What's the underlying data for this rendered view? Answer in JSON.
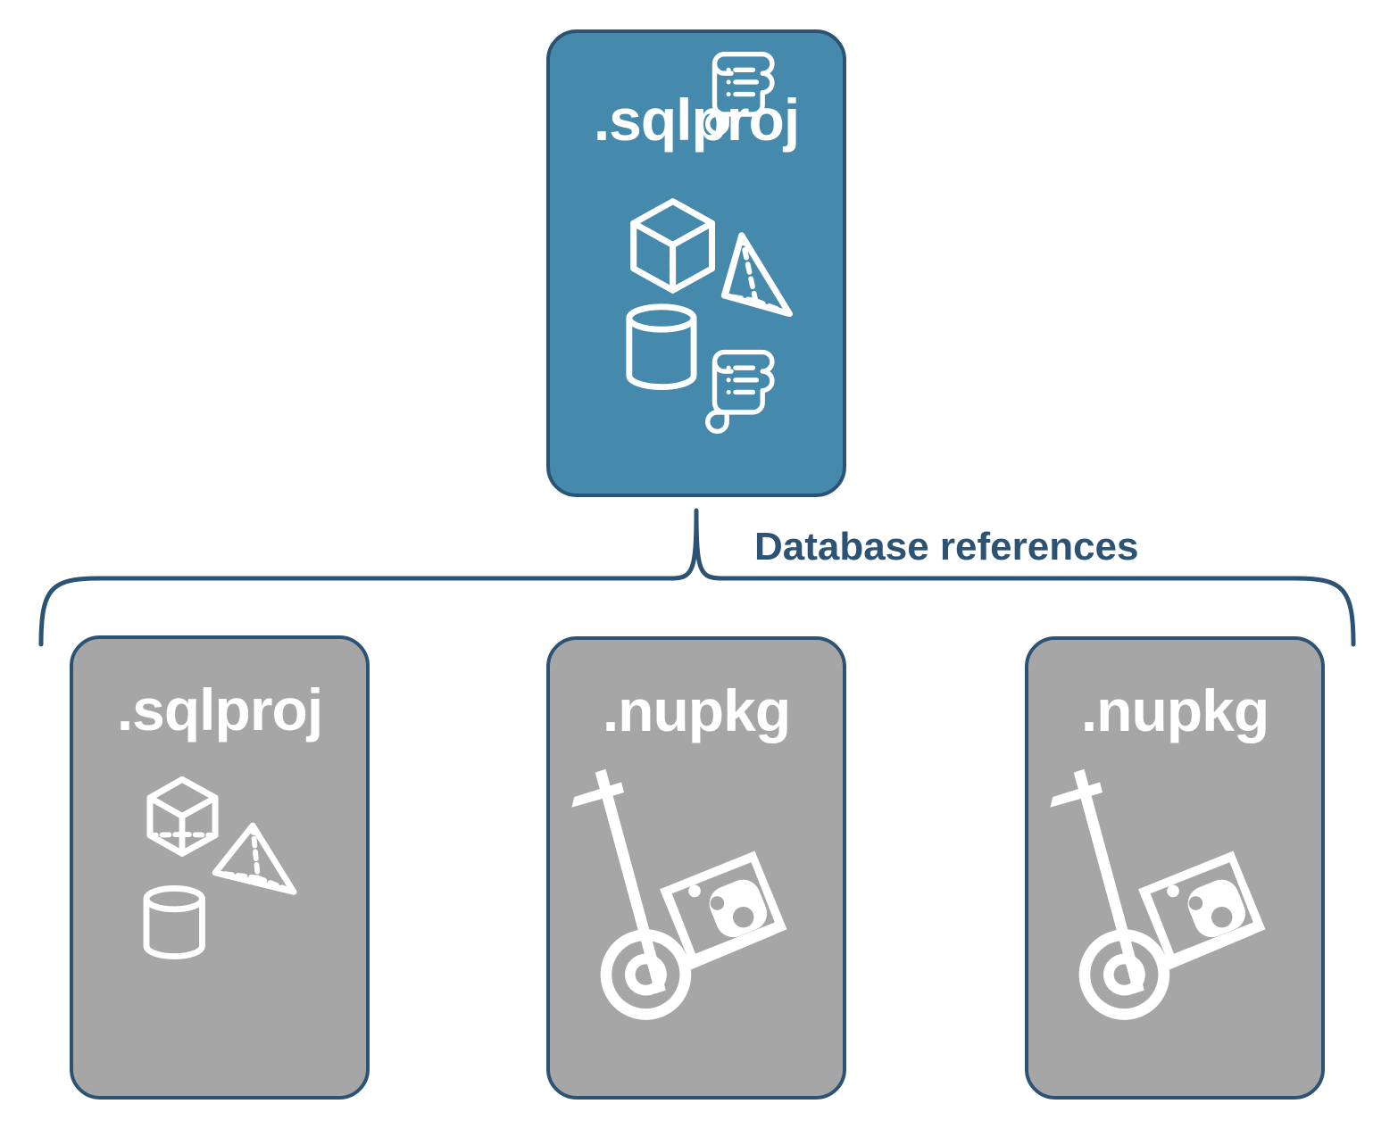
{
  "diagram": {
    "title_text": "Database references",
    "colors": {
      "blue_fill": "#4589AD",
      "gray_fill": "#A6A6A6",
      "border": "#2C5373",
      "label_text": "#2C5373",
      "icon_stroke": "#FFFFFF",
      "background": "#FFFFFF"
    },
    "connector": {
      "label": "Database references",
      "style": "curly-brace",
      "orientation": "horizontal",
      "from": "root-sqlproj-node",
      "to": [
        "referenced-sqlproj-node",
        "referenced-nupkg-node-1",
        "referenced-nupkg-node-2"
      ]
    },
    "root": {
      "label": ".sqlproj",
      "fill": "blue",
      "icons": [
        "cube-icon",
        "script-scroll-icon",
        "pyramid-icon",
        "cylinder-icon",
        "script-scroll-icon"
      ]
    },
    "children": [
      {
        "label": ".sqlproj",
        "fill": "gray",
        "icons": [
          "cube-icon",
          "pyramid-icon",
          "cylinder-icon"
        ]
      },
      {
        "label": ".nupkg",
        "fill": "gray",
        "icons": [
          "hand-truck-package-icon"
        ]
      },
      {
        "label": ".nupkg",
        "fill": "gray",
        "icons": [
          "hand-truck-package-icon"
        ]
      }
    ]
  }
}
